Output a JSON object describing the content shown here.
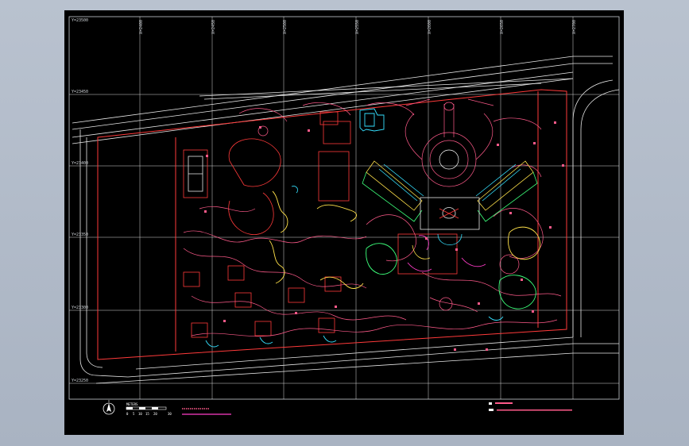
{
  "drawing": {
    "grid_labels_x": [
      "X=2400",
      "X=2450",
      "X=2500",
      "X=2550",
      "X=2600",
      "X=2650",
      "X=2700"
    ],
    "grid_labels_y": [
      "Y=23500",
      "Y=23450",
      "Y=23400",
      "Y=23350",
      "Y=23300",
      "Y=23250"
    ],
    "scale_bar": {
      "heading": "METERS",
      "ticks": [
        "0",
        "5",
        "10",
        "15",
        "20",
        "30"
      ]
    },
    "colors": {
      "background": "#000000",
      "frame": "#c9cdd4",
      "boundary": "#ff3a3a",
      "path": "#ff5a8a",
      "accent_yellow": "#ffe14a",
      "accent_cyan": "#35e0ff",
      "accent_green": "#3cff7a",
      "accent_magenta": "#ff3cc8",
      "grid": "#ffffff"
    },
    "icons": [
      "north-arrow-icon"
    ]
  }
}
